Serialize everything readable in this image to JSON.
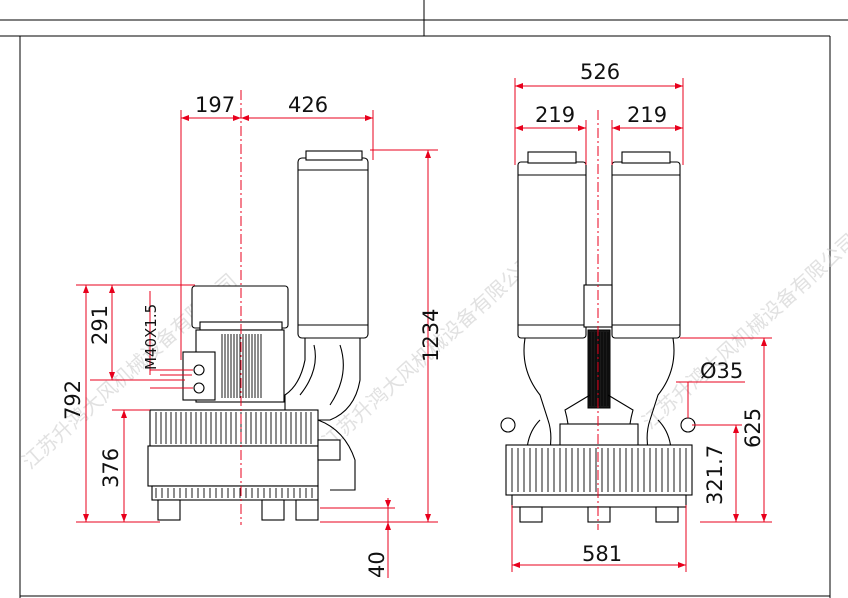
{
  "dimensions": {
    "left_width_motor": "197",
    "left_width_silencer": "426",
    "left_total_height": "1234",
    "left_motor_height": "291",
    "left_overall_height": "792",
    "left_body_height": "376",
    "left_foot_height": "40",
    "thread_label": "M40X1.5",
    "right_total_width": "526",
    "right_silencer_left": "219",
    "right_silencer_right": "219",
    "right_hole_diameter": "Ø35",
    "right_height_625": "625",
    "right_height_321": "321.7",
    "right_base_width": "581"
  },
  "watermark": {
    "text": "江苏升鸿大风机械设备有限公司"
  }
}
